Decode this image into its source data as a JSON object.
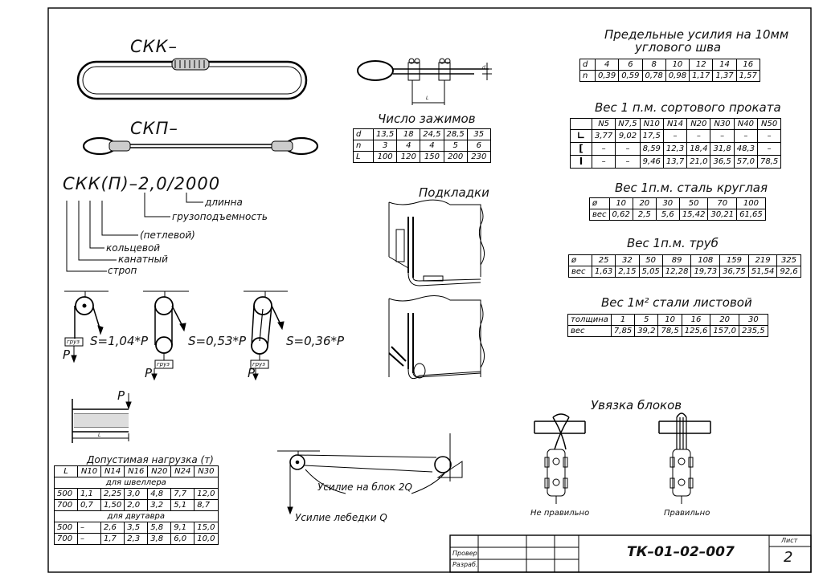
{
  "sling": {
    "label_skk": "СКК–",
    "label_skp": "СКП–",
    "code": "СКК(П)–2,0/2000",
    "legend": [
      "длинна",
      "грузоподъемность",
      "(петлевой)",
      "кольцевой",
      "канатный",
      "строп"
    ]
  },
  "pulleys": {
    "load_label": "груз",
    "force_p": "P",
    "s1": "S=1,04*P",
    "s2": "S=0,53*P",
    "s3": "S=0,36*P"
  },
  "beam": {
    "force_p": "P",
    "dim_l": "L"
  },
  "clamp_top": {
    "dim_l": "L",
    "dim_d": "d"
  },
  "clamps": {
    "title": "Число зажимов",
    "rows": [
      {
        "h": "d",
        "v": [
          "13,5",
          "18",
          "24,5",
          "28,5",
          "35"
        ]
      },
      {
        "h": "n",
        "v": [
          "3",
          "4",
          "4",
          "5",
          "6"
        ]
      },
      {
        "h": "L",
        "v": [
          "100",
          "120",
          "150",
          "200",
          "230"
        ]
      }
    ]
  },
  "pads": {
    "title": "Подкладки"
  },
  "block_diagram": {
    "block_force": "Усилие на блок 2Q",
    "winch_force": "Усилие лебедки Q"
  },
  "tying": {
    "title": "Увязка блоков",
    "wrong": "Не правильно",
    "right": "Правильно"
  },
  "load_table": {
    "title": "Допустимая нагрузка (т)",
    "header": [
      "L",
      "N10",
      "N14",
      "N16",
      "N20",
      "N24",
      "N30"
    ],
    "sub1": "для швеллера",
    "rows1": [
      [
        "500",
        "1,1",
        "2,25",
        "3,0",
        "4,8",
        "7,7",
        "12,0"
      ],
      [
        "700",
        "0,7",
        "1,50",
        "2,0",
        "3,2",
        "5,1",
        "8,7"
      ]
    ],
    "sub2": "для двутавра",
    "rows2": [
      [
        "500",
        "–",
        "2,6",
        "3,5",
        "5,8",
        "9,1",
        "15,0"
      ],
      [
        "700",
        "–",
        "1,7",
        "2,3",
        "3,8",
        "6,0",
        "10,0"
      ]
    ]
  },
  "weld": {
    "title1": "Предельные усилия на 10мм",
    "title2": "углового шва",
    "rows": [
      {
        "h": "d",
        "v": [
          "4",
          "6",
          "8",
          "10",
          "12",
          "14",
          "16"
        ]
      },
      {
        "h": "n",
        "v": [
          "0,39",
          "0,59",
          "0,78",
          "0,98",
          "1,17",
          "1,37",
          "1,57"
        ]
      }
    ]
  },
  "profile": {
    "title": "Вес 1 п.м. сортового проката",
    "header": [
      "N5",
      "N7,5",
      "N10",
      "N14",
      "N20",
      "N30",
      "N40",
      "N50"
    ],
    "rows": [
      {
        "icon": "angle-profile-icon",
        "v": [
          "3,77",
          "9,02",
          "17,5",
          "–",
          "–",
          "–",
          "–",
          "–"
        ]
      },
      {
        "icon": "channel-profile-icon",
        "v": [
          "–",
          "–",
          "8,59",
          "12,3",
          "18,4",
          "31,8",
          "48,3",
          "–"
        ]
      },
      {
        "icon": "ibeam-profile-icon",
        "v": [
          "–",
          "–",
          "9,46",
          "13,7",
          "21,0",
          "36,5",
          "57,0",
          "78,5"
        ]
      }
    ]
  },
  "round": {
    "title": "Вес 1п.м. сталь круглая",
    "rows": [
      {
        "h": "ø",
        "v": [
          "10",
          "20",
          "30",
          "50",
          "70",
          "100"
        ]
      },
      {
        "h": "вес",
        "v": [
          "0,62",
          "2,5",
          "5,6",
          "15,42",
          "30,21",
          "61,65"
        ]
      }
    ]
  },
  "pipes": {
    "title": "Вес 1п.м. труб",
    "rows": [
      {
        "h": "ø",
        "v": [
          "25",
          "32",
          "50",
          "89",
          "108",
          "159",
          "219",
          "325"
        ]
      },
      {
        "h": "вес",
        "v": [
          "1,63",
          "2,15",
          "5,05",
          "12,28",
          "19,73",
          "36,75",
          "51,54",
          "92,6"
        ]
      }
    ]
  },
  "sheet_steel": {
    "title": "Вес 1м² стали листовой",
    "rows": [
      {
        "h": "толщина",
        "v": [
          "1",
          "5",
          "10",
          "16",
          "20",
          "30"
        ]
      },
      {
        "h": "вес",
        "v": [
          "7,85",
          "39,2",
          "78,5",
          "125,6",
          "157,0",
          "235,5"
        ]
      }
    ]
  },
  "stamp": {
    "checked": "Провер.",
    "developed": "Разраб.",
    "code": "ТК–01–02–007",
    "sheet_label": "Лист",
    "sheet_no": "2"
  }
}
